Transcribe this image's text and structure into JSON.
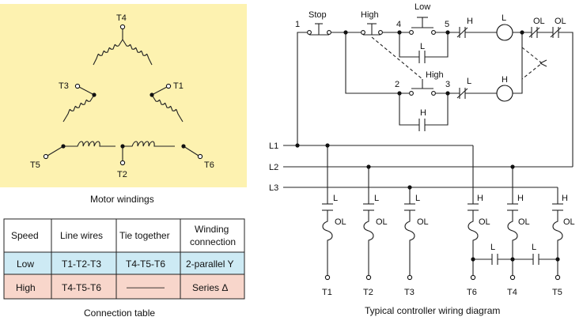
{
  "colors": {
    "windings_bg": "#fdf2b0",
    "low_row_bg": "#cdeaf4",
    "high_row_bg": "#f8d6cb",
    "header_bg": "#ffffff",
    "line": "#222222"
  },
  "windings": {
    "terminals": {
      "t1": "T1",
      "t2": "T2",
      "t3": "T3",
      "t4": "T4",
      "t5": "T5",
      "t6": "T6"
    },
    "caption": "Motor windings"
  },
  "table": {
    "headers": {
      "speed": "Speed",
      "line_wires": "Line wires",
      "tie_together": "Tie together",
      "winding_line1": "Winding",
      "winding_line2": "connection"
    },
    "rows": [
      {
        "speed": "Low",
        "line_wires": "T1-T2-T3",
        "tie_together": "T4-T5-T6",
        "winding": "2-parallel Y"
      },
      {
        "speed": "High",
        "line_wires": "T4-T5-T6",
        "tie_together": "————",
        "winding": "Series Δ"
      }
    ],
    "caption": "Connection table"
  },
  "wiring": {
    "node1": "1",
    "node2": "2",
    "node3": "3",
    "node4": "4",
    "node5": "5",
    "stop": "Stop",
    "high_pb": "High",
    "low_pb": "Low",
    "high_pb2": "High",
    "contact_h": "H",
    "contact_l": "L",
    "coil_l": "L",
    "coil_h": "H",
    "ol": "OL",
    "aux_l": "L",
    "aux_h": "H",
    "l1": "L1",
    "l2": "L2",
    "l3": "L3",
    "motor_l": "L",
    "motor_h": "H",
    "motor_ol": "OL",
    "t1": "T1",
    "t2": "T2",
    "t3": "T3",
    "t6": "T6",
    "t4": "T4",
    "t5": "T5",
    "tie_l": "L",
    "caption": "Typical controller wiring diagram"
  }
}
